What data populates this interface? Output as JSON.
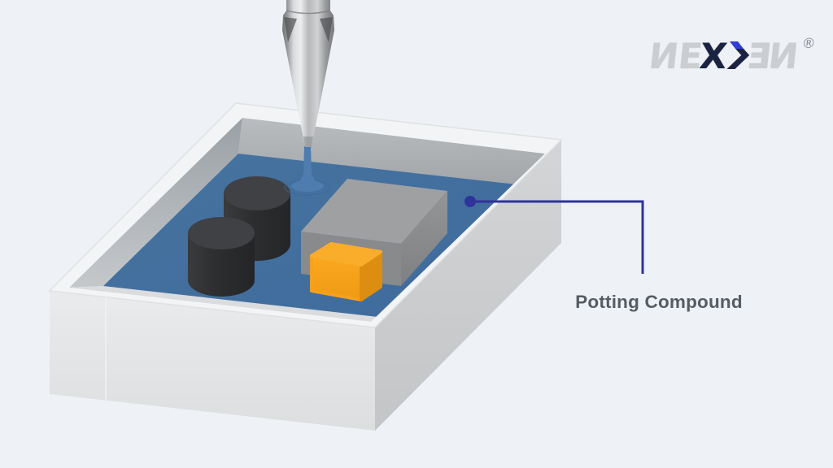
{
  "annotation": {
    "label": "Potting Compound",
    "label_color": "#565c64",
    "line_color": "#2f339b"
  },
  "logo": {
    "brand": "NEXGEN",
    "letters": [
      "N",
      "E",
      "X",
      "E",
      "N"
    ],
    "registered_mark": "®",
    "navy": "#1b2342",
    "blue": "#2f3fd3",
    "gray": "#cbced1"
  },
  "colors": {
    "background": "#eef1f5",
    "compound_blue": "#4270a2",
    "stream_blue": "#4e7cae",
    "enclosure_light_face": "#e6e8ea",
    "enclosure_shadow_face": "#cbcdcf",
    "rim_white": "#f3f4f6",
    "inner_wall_gray": "#aab0b4",
    "component_dark": "#2e2f31",
    "module_gray": "#9c9ea0",
    "component_orange": "#f5a623",
    "nozzle_metal": "#c7c9cb"
  }
}
